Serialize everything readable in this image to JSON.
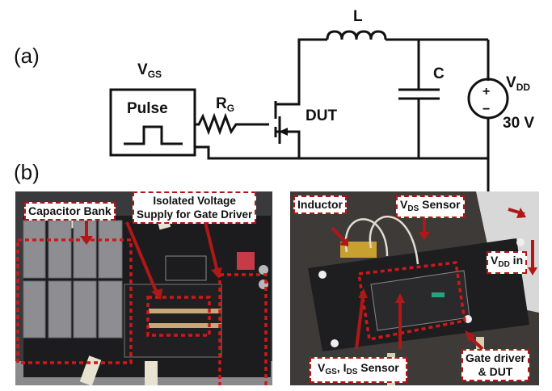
{
  "panel_a": {
    "label": "(a)",
    "vgs_label": {
      "main": "V",
      "sub": "GS"
    },
    "pulse_label": "Pulse",
    "rg_label": {
      "main": "R",
      "sub": "G"
    },
    "dut_label": "DUT",
    "inductor_label": "L",
    "capacitor_label": "C",
    "vdd_label": {
      "main": "V",
      "sub": "DD"
    },
    "vdd_value": "30 V",
    "source_plus": "+",
    "source_minus": "−"
  },
  "panel_b": {
    "label": "(b)",
    "left_photo": {
      "callouts": {
        "capacitor_bank": "Capacitor Bank",
        "isolated_supply_line1": "Isolated Voltage",
        "isolated_supply_line2": "Supply for Gate Driver"
      }
    },
    "right_photo": {
      "callouts": {
        "inductor": "Inductor",
        "vds_sensor": {
          "main": "V",
          "sub": "DS",
          "rest": " Sensor"
        },
        "vdd_in": {
          "main": "V",
          "sub": "DD",
          "rest": " in"
        },
        "vgs_ids_sensor": {
          "v": "V",
          "vsub": "GS",
          "sep": ", I",
          "isub": "DS",
          "rest": " Sensor"
        },
        "gate_driver_line1": "Gate driver",
        "gate_driver_line2": "& DUT"
      }
    }
  },
  "colors": {
    "annotation_red": "#b01818",
    "pcb_black": "#1c1c1e",
    "capacitor_gray": "#8e8e92",
    "wire": "#111111"
  }
}
